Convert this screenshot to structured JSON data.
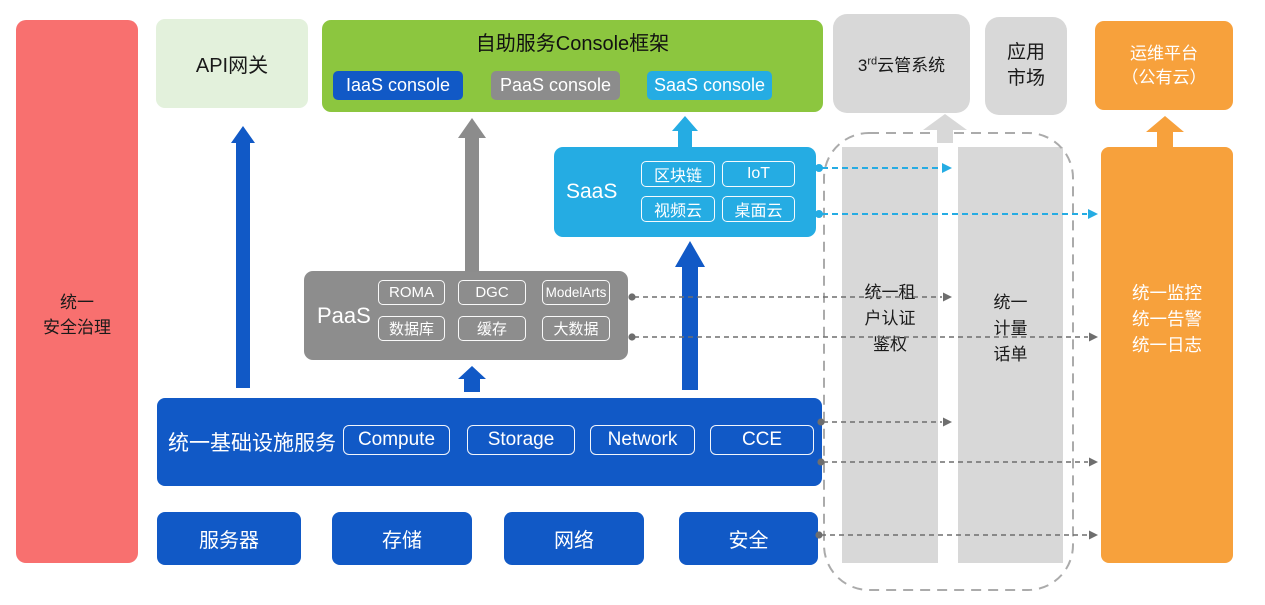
{
  "diagram": {
    "security_bar": {
      "lines": [
        "统一",
        "安全治理"
      ]
    },
    "api_gateway": {
      "label": "API网关"
    },
    "console": {
      "title": "自助服务Console框架",
      "buttons": [
        {
          "label": "IaaS console"
        },
        {
          "label": "PaaS console"
        },
        {
          "label": "SaaS console"
        }
      ]
    },
    "third_party": {
      "prefix": "3",
      "sup": "rd",
      "text": "云管系统"
    },
    "app_market": {
      "lines": [
        "应用",
        "市场"
      ]
    },
    "ops_platform": {
      "lines": [
        "运维平台",
        "（公有云）"
      ]
    },
    "saas": {
      "label": "SaaS",
      "items": [
        "区块链",
        "IoT",
        "视频云",
        "桌面云"
      ]
    },
    "paas": {
      "label": "PaaS",
      "items": [
        "ROMA",
        "DGC",
        "ModelArts",
        "数据库",
        "缓存",
        "大数据"
      ]
    },
    "infra": {
      "label": "统一基础设施服务",
      "items": [
        "Compute",
        "Storage",
        "Network",
        "CCE"
      ]
    },
    "foundation": {
      "items": [
        "服务器",
        "存储",
        "网络",
        "安全"
      ]
    },
    "auth_bar": {
      "lines": [
        "统一租",
        "户认证",
        "鉴权"
      ]
    },
    "billing_bar": {
      "lines": [
        "统一",
        "计量",
        "话单"
      ]
    },
    "monitor_bar": {
      "lines": [
        "统一监控",
        "统一告警",
        "统一日志"
      ]
    },
    "colors": {
      "red": "#F8706F",
      "light_green": "#E3F1DC",
      "green": "#8CC63F",
      "blue": "#1159C6",
      "light_blue": "#25ACE3",
      "gray_box": "#D8D8D8",
      "gray_dark": "#8D8D8D",
      "orange": "#F7A13C"
    }
  }
}
